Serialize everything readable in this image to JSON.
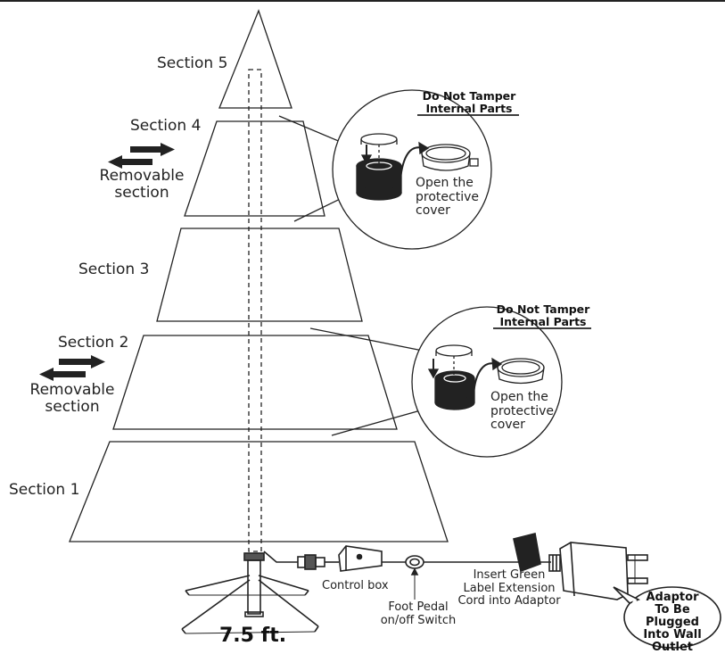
{
  "sections": {
    "s5": "Section 5",
    "s4": "Section 4",
    "s3": "Section 3",
    "s2": "Section 2",
    "s1": "Section 1"
  },
  "removable": {
    "upper": {
      "line1": "Removable",
      "line2": "section"
    },
    "lower": {
      "line1": "Removable",
      "line2": "section"
    }
  },
  "detail_top": {
    "warning": {
      "line1": "Do Not Tamper",
      "line2": "Internal Parts"
    },
    "instruction": {
      "line1": "Open the",
      "line2": "protective",
      "line3": "cover"
    }
  },
  "detail_bottom": {
    "warning": {
      "line1": "Do Not Tamper",
      "line2": "Internal Parts"
    },
    "instruction": {
      "line1": "Open the",
      "line2": "protective",
      "line3": "cover"
    }
  },
  "accessories": {
    "control_box": "Control box",
    "foot_pedal": {
      "line1": "Foot Pedal",
      "line2": "on/off Switch"
    },
    "extension": {
      "line1": "Insert Green",
      "line2": "Label Extension",
      "line3": "Cord into Adaptor"
    },
    "adaptor": {
      "line1": "Adaptor",
      "line2": "To Be Plugged",
      "line3": "Into Wall",
      "line4": "Outlet"
    }
  },
  "height": "7.5 ft."
}
